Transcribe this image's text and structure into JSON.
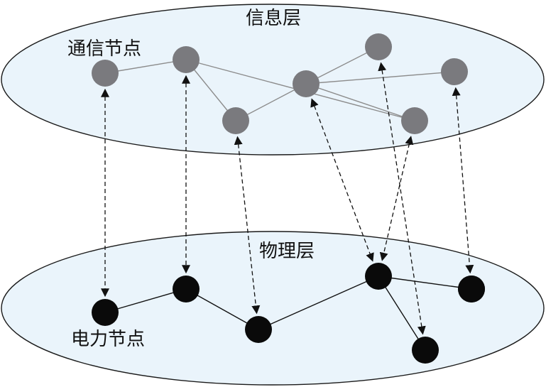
{
  "labels": {
    "info_layer": "信息层",
    "comm_nodes": "通信节点",
    "phys_layer": "物理层",
    "power_nodes": "电力节点"
  },
  "colors": {
    "layer_fill": "#eaf4fb",
    "layer_stroke": "#1a1a1a",
    "comm_node": "#7a7a7e",
    "comm_link": "#8c8c8c",
    "power_node": "#0a0a0a",
    "power_link": "#111111",
    "coupling": "#111111"
  },
  "diagram": {
    "comm_nodes": [
      "c1",
      "c2",
      "c3",
      "c4",
      "c5",
      "c6",
      "c7"
    ],
    "power_nodes": [
      "p1",
      "p2",
      "p3",
      "p4",
      "p5",
      "p6",
      "p7"
    ],
    "comm_links": [
      [
        "c1",
        "c2"
      ],
      [
        "c2",
        "c4"
      ],
      [
        "c2",
        "c3"
      ],
      [
        "c3",
        "c5"
      ],
      [
        "c4",
        "c5"
      ],
      [
        "c5",
        "c6"
      ],
      [
        "c5",
        "c7"
      ]
    ],
    "power_links": [
      [
        "p1",
        "p2"
      ],
      [
        "p2",
        "p3"
      ],
      [
        "p3",
        "p4"
      ],
      [
        "p4",
        "p5"
      ],
      [
        "p4",
        "p6"
      ]
    ],
    "couplings": [
      [
        "c1",
        "p1"
      ],
      [
        "c2",
        "p2"
      ],
      [
        "c3",
        "p3"
      ],
      [
        "c5",
        "p4"
      ],
      [
        "c4",
        "p4"
      ],
      [
        "c6",
        "p6"
      ],
      [
        "c7",
        "p7"
      ]
    ]
  }
}
